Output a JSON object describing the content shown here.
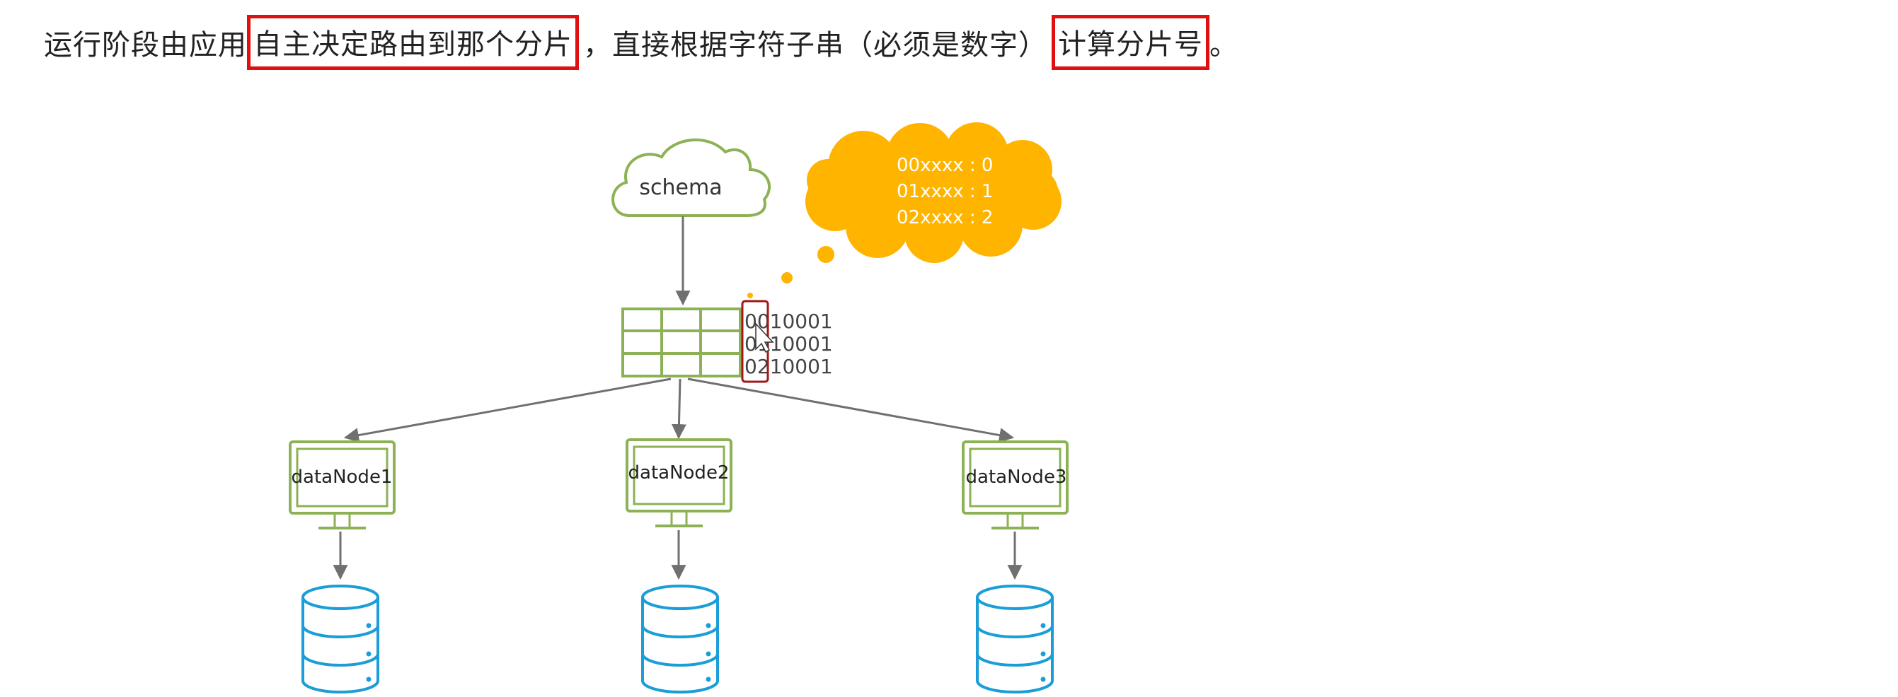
{
  "heading": {
    "part1": "运行阶段由应用",
    "highlight1": "自主决定路由到那个分片",
    "part2": "，直接根据字符子串（必须是数字）",
    "highlight2": "计算分片号",
    "end": "。"
  },
  "diagram": {
    "cloud_label": "schema",
    "thought_lines": [
      "00xxxx : 0",
      "01xxxx : 1",
      "02xxxx : 2"
    ],
    "table_ids": [
      "0010001",
      "0110001",
      "0210001"
    ],
    "nodes": [
      "dataNode1",
      "dataNode2",
      "dataNode3"
    ],
    "colors": {
      "green": "#8db255",
      "yellow": "#ffb400",
      "blue": "#1b9ed8",
      "arrow": "#707070",
      "highlight_red": "#e01010",
      "selection": "#a01818"
    }
  }
}
